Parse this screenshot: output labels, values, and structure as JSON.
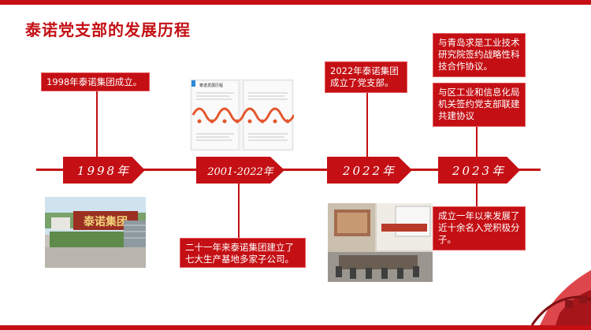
{
  "title": "泰诺党支部的发展历程",
  "milestones": [
    {
      "year": "1998年",
      "note_above": "1998年泰诺集团成立。"
    },
    {
      "year": "2001-2022年",
      "note_below": "二十一年来泰诺集团建立了七大生产基地多家子公司。"
    },
    {
      "year": "2022年",
      "note_above": "2022年泰诺集团成立了党支部。"
    },
    {
      "year": "2023年",
      "notes_above": [
        "与青岛求是工业技术研究院签约战略性科技合作协议。",
        "与区工业和信息化局机关签约党支部联建共建协议"
      ],
      "note_below": "成立一年以来发展了近十余名入党积极分子。"
    }
  ],
  "photos": {
    "factory_sign": "泰诺集团",
    "brochure_title": "泰诺发展历程"
  },
  "colors": {
    "primary_red": "#c40f14"
  }
}
